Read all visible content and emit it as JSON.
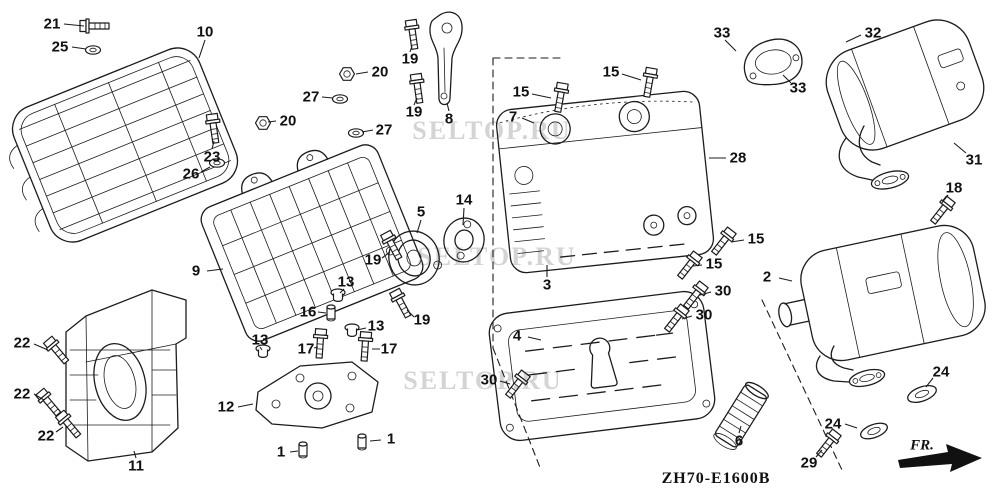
{
  "meta": {
    "drawing_code": "ZH70-E1600B",
    "fr_label": "FR.",
    "watermark": "SELTOP.RU"
  },
  "callouts": [
    {
      "label": "21"
    },
    {
      "label": "25"
    },
    {
      "label": "10"
    },
    {
      "label": "20"
    },
    {
      "label": "27"
    },
    {
      "label": "20"
    },
    {
      "label": "27"
    },
    {
      "label": "19"
    },
    {
      "label": "19"
    },
    {
      "label": "8"
    },
    {
      "label": "23"
    },
    {
      "label": "26"
    },
    {
      "label": "9"
    },
    {
      "label": "5"
    },
    {
      "label": "14"
    },
    {
      "label": "19"
    },
    {
      "label": "13"
    },
    {
      "label": "16"
    },
    {
      "label": "19"
    },
    {
      "label": "13"
    },
    {
      "label": "17"
    },
    {
      "label": "13"
    },
    {
      "label": "17"
    },
    {
      "label": "12"
    },
    {
      "label": "1"
    },
    {
      "label": "1"
    },
    {
      "label": "22"
    },
    {
      "label": "22"
    },
    {
      "label": "22"
    },
    {
      "label": "11"
    },
    {
      "label": "3"
    },
    {
      "label": "7"
    },
    {
      "label": "15"
    },
    {
      "label": "15"
    },
    {
      "label": "28"
    },
    {
      "label": "15"
    },
    {
      "label": "15"
    },
    {
      "label": "4"
    },
    {
      "label": "30"
    },
    {
      "label": "30"
    },
    {
      "label": "30"
    },
    {
      "label": "33"
    },
    {
      "label": "33"
    },
    {
      "label": "32"
    },
    {
      "label": "31"
    },
    {
      "label": "18"
    },
    {
      "label": "2"
    },
    {
      "label": "6"
    },
    {
      "label": "24"
    },
    {
      "label": "24"
    },
    {
      "label": "29"
    }
  ]
}
